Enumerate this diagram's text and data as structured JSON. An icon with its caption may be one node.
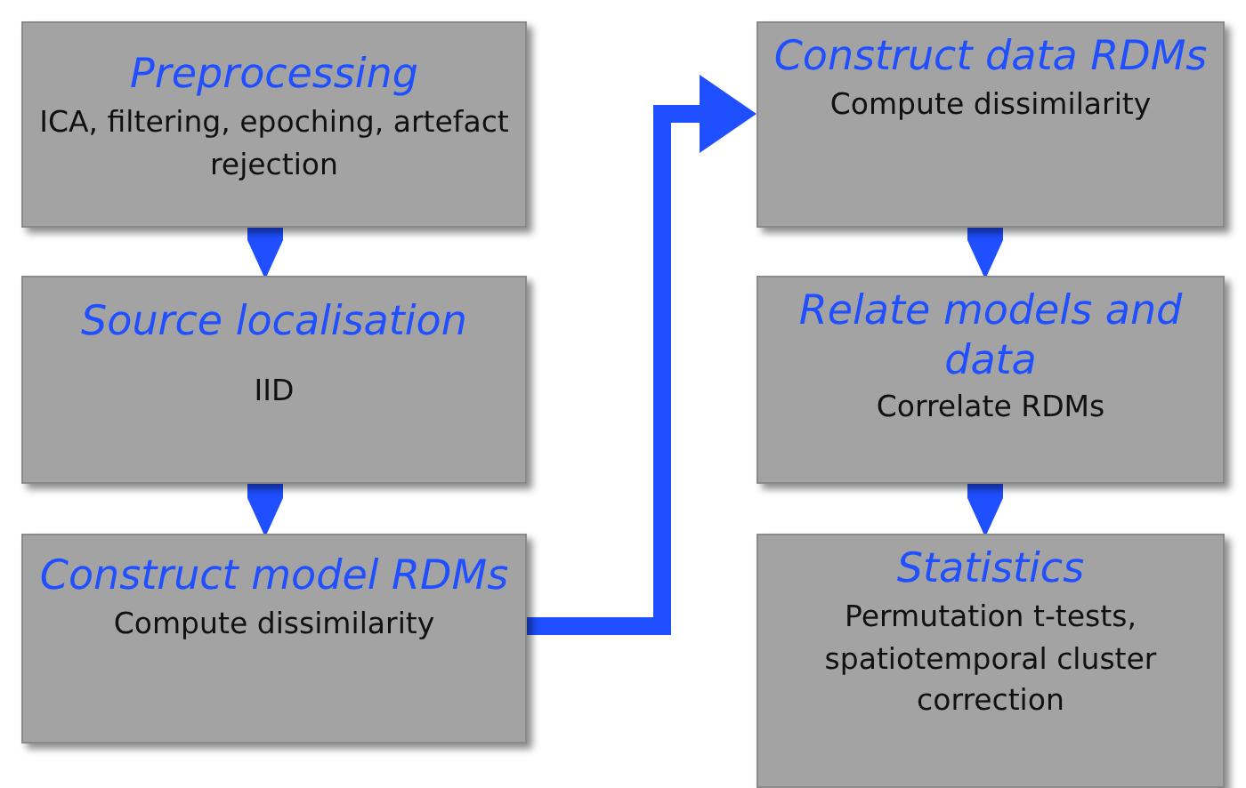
{
  "diagram": {
    "nodes": [
      {
        "text": [
          "Preprocessing",
          "ICA, filtering, epoching, artefact rejection"
        ]
      },
      {
        "text": [
          "Source localisation",
          "IID"
        ]
      },
      {
        "text": [
          "Construct model RDMs",
          "Compute dissimilarity"
        ]
      },
      {
        "text": [
          "Construct data RDMs",
          "Compute dissimilarity"
        ]
      },
      {
        "text": [
          "Relate models and data",
          "Correlate RDMs"
        ]
      },
      {
        "text": [
          "Statistics",
          "Permutation t-tests, spatiotemporal cluster correction"
        ]
      }
    ],
    "edges": [
      {
        "from": 0,
        "to": 1,
        "arrow": "to"
      },
      {
        "from": 1,
        "to": 2,
        "arrow": "to"
      },
      {
        "from": 2,
        "to": 3,
        "arrow": "to"
      },
      {
        "from": 3,
        "to": 4,
        "arrow": "to"
      },
      {
        "from": 4,
        "to": 5,
        "arrow": "to"
      }
    ]
  }
}
